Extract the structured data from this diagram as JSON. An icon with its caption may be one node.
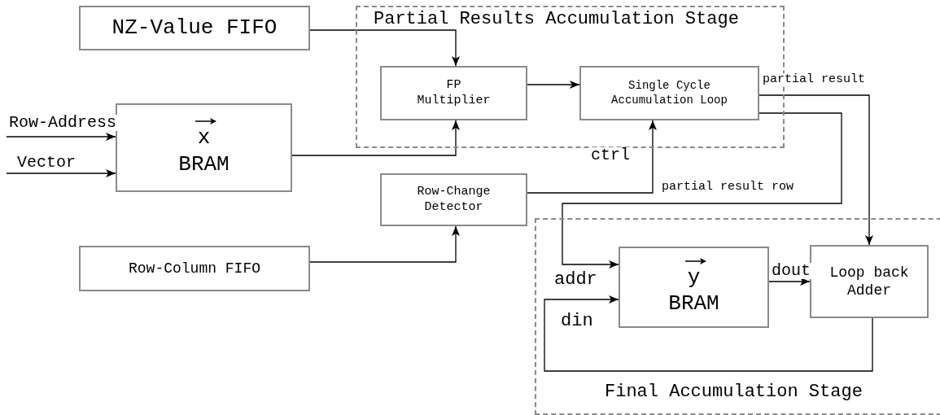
{
  "diagram": {
    "nodes": [
      {
        "text": [
          "Partial Results Accumulation Stage"
        ]
      },
      {
        "text": [
          "NZ-Value FIFO"
        ]
      },
      {
        "text": [
          "FP Multiplier"
        ],
        "in": 0
      },
      {
        "text": [
          "Single Cycle Accumulation Loop"
        ],
        "in": 0
      },
      {
        "text": [
          "x",
          "BRAM"
        ]
      },
      {
        "text": [
          "Row-Change Detector"
        ]
      },
      {
        "text": [
          "Row-Column FIFO"
        ]
      },
      {
        "text": [
          "Final Accumulation Stage"
        ]
      },
      {
        "text": [
          "y",
          "BRAM"
        ],
        "in": 7
      },
      {
        "text": [
          "Loop back Adder"
        ],
        "in": 7
      }
    ],
    "edges": [
      {
        "from": 1,
        "to": 2,
        "arrow": "to"
      },
      {
        "from": null,
        "to": 4,
        "arrow": "to",
        "label": "Row-Address"
      },
      {
        "from": null,
        "to": 4,
        "arrow": "to",
        "label": "Vector"
      },
      {
        "from": 4,
        "to": 2,
        "arrow": "to"
      },
      {
        "from": 2,
        "to": 3,
        "arrow": "to"
      },
      {
        "from": 5,
        "to": 3,
        "arrow": "to",
        "label": "ctrl"
      },
      {
        "from": 6,
        "to": 5,
        "arrow": "to"
      },
      {
        "from": 3,
        "to": 9,
        "arrow": "to",
        "label": "partial result"
      },
      {
        "from": 3,
        "to": 8,
        "arrow": "to",
        "label": "partial result row"
      },
      {
        "from": 8,
        "to": 9,
        "arrow": "to",
        "label": "dout"
      },
      {
        "from": 9,
        "to": 8,
        "arrow": "to"
      }
    ],
    "labels": [
      "addr",
      "din"
    ]
  }
}
